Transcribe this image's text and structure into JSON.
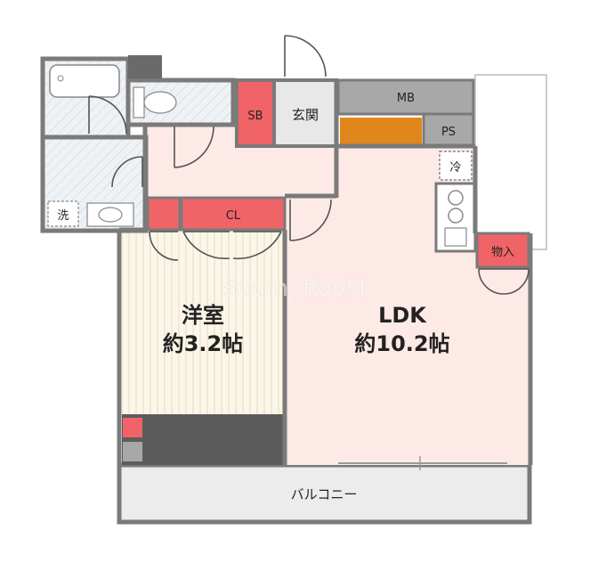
{
  "rooms": {
    "western_room": {
      "name": "洋室",
      "size": "約3.2帖"
    },
    "ldk": {
      "name": "LDK",
      "size": "約10.2帖"
    },
    "balcony": "バルコニー",
    "entrance": "玄関",
    "shoe_box": "SB",
    "meter_box": "MB",
    "pipe_space": "PS",
    "closet": "CL",
    "storage": "物入",
    "refrigerator": "冷",
    "washer": "洗"
  },
  "watermark": "SuumoRooM",
  "colors": {
    "wall": "#7a7a7a",
    "ldk_floor": "#fdeae6",
    "hall_floor": "#fdeae6",
    "western_floor": "#fbf6e8",
    "storage_red": "#f06468",
    "mb_gray": "#a8a8a8",
    "orange": "#e0861a",
    "balcony": "#ececec",
    "wet_area": "#e9eef2"
  }
}
